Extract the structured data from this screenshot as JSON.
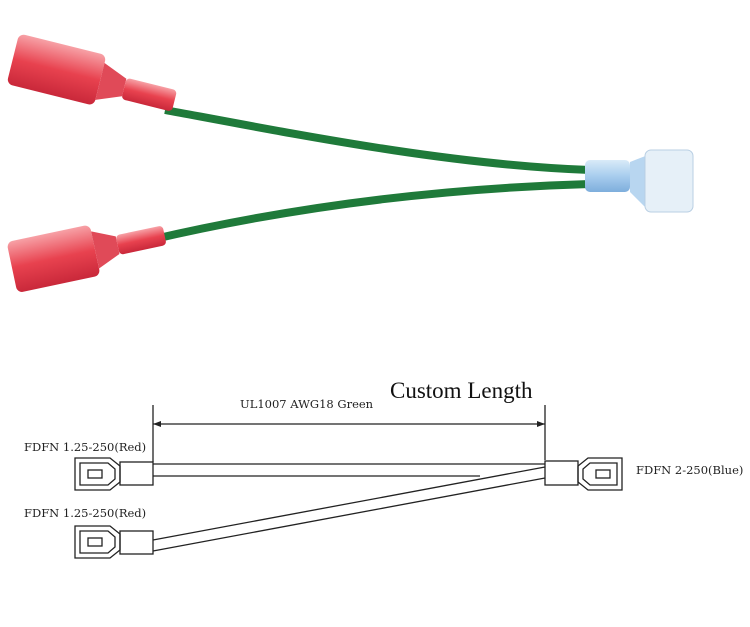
{
  "diagram": {
    "title": "Custom Length",
    "wire_label": "UL1007 AWG18 Green",
    "connectors": [
      {
        "label": "FDFN 1.25-250(Red)",
        "color": "#e8424f"
      },
      {
        "label": "FDFN 1.25-250(Red)",
        "color": "#e8424f"
      },
      {
        "label": "FDFN 2-250(Blue)",
        "color": "#9fc6ea"
      }
    ],
    "wire_color": "#1f7a3a"
  }
}
